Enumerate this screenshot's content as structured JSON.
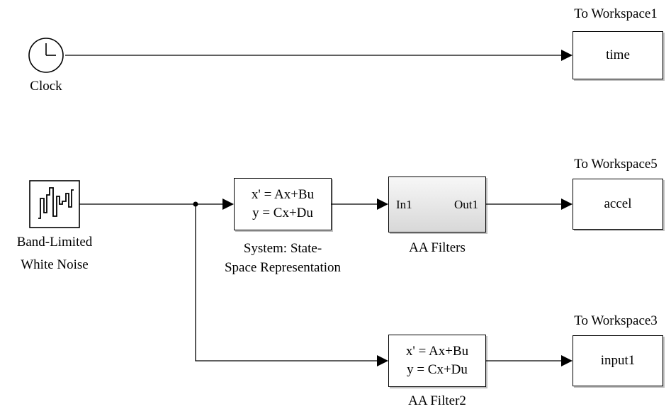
{
  "blocks": {
    "clock": {
      "label": "Clock"
    },
    "noise": {
      "label_line1": "Band-Limited",
      "label_line2": "White Noise"
    },
    "ss1": {
      "eq1": "x' = Ax+Bu",
      "eq2": "y = Cx+Du",
      "label_line1": "System: State-",
      "label_line2": "Space Representation"
    },
    "aa": {
      "in_port": "In1",
      "out_port": "Out1",
      "label": "AA Filters"
    },
    "aa2": {
      "eq1": "x' = Ax+Bu",
      "eq2": "y = Cx+Du",
      "label": "AA Filter2"
    },
    "ws1": {
      "text": "time",
      "title": "To Workspace1"
    },
    "ws5": {
      "text": "accel",
      "title": "To Workspace5"
    },
    "ws3": {
      "text": "input1",
      "title": "To Workspace3"
    }
  },
  "colors": {
    "line": "#000000",
    "subsystem_fill": "#e4e4e4"
  }
}
